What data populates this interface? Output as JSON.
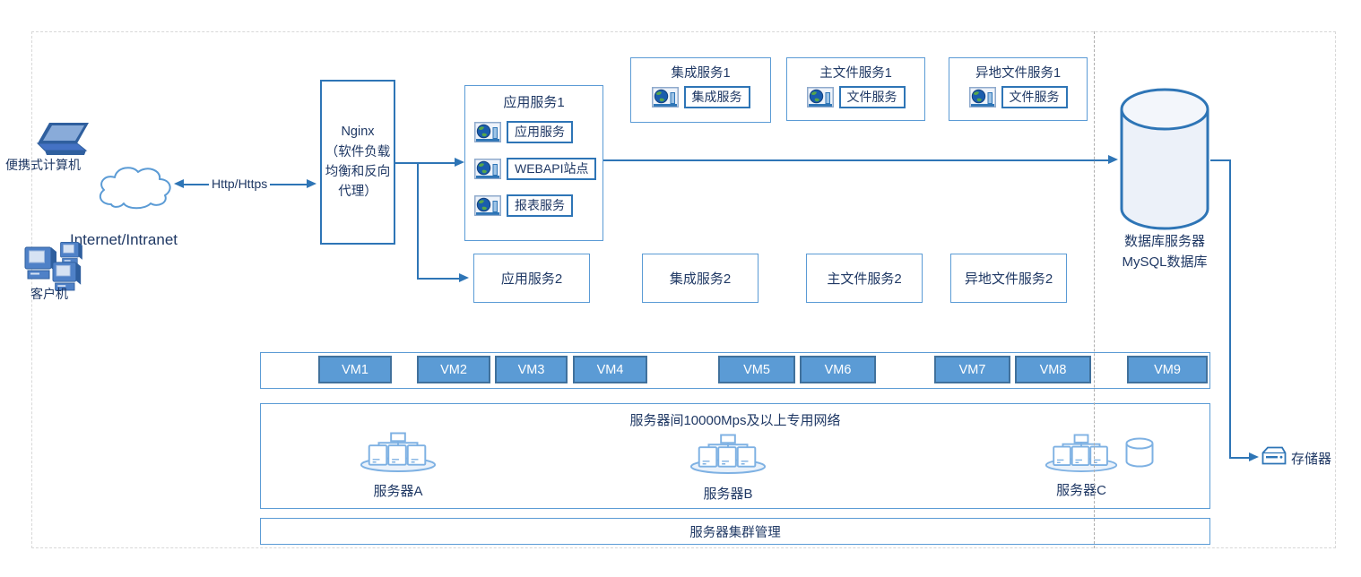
{
  "colors": {
    "line": "#2e75b6",
    "box_border": "#5b9bd5",
    "vm_fill": "#5b9bd5",
    "vm_border": "#41719c",
    "text": "#1f3864"
  },
  "internet": {
    "laptop_label": "便携式计算机",
    "cloud_label": "Internet/Intranet",
    "clients_label": "客户机",
    "protocol_label": "Http/Https"
  },
  "nginx": {
    "label": "Nginx\n（软件负载均衡和反向代理）"
  },
  "app_cluster1": {
    "title": "应用服务1",
    "items": [
      "应用服务",
      "WEBAPI站点",
      "报表服务"
    ]
  },
  "service_cards": {
    "integration": {
      "title": "集成服务1",
      "item": "集成服务"
    },
    "main_file": {
      "title": "主文件服务1",
      "item": "文件服务"
    },
    "remote_file": {
      "title": "异地文件服务1",
      "item": "文件服务"
    }
  },
  "row2": {
    "app": "应用服务2",
    "integration": "集成服务2",
    "main_file": "主文件服务2",
    "remote_file": "异地文件服务2"
  },
  "database": {
    "line1": "数据库服务器",
    "line2": "MySQL数据库"
  },
  "storage": {
    "label": "存储器"
  },
  "vm_row": {
    "vms": [
      "VM1",
      "VM2",
      "VM3",
      "VM4",
      "VM5",
      "VM6",
      "VM7",
      "VM8",
      "VM9"
    ]
  },
  "network": {
    "title": "服务器间10000Mps及以上专用网络",
    "server_a": "服务器A",
    "server_b": "服务器B",
    "server_c": "服务器C"
  },
  "cluster_management": {
    "label": "服务器集群管理"
  }
}
